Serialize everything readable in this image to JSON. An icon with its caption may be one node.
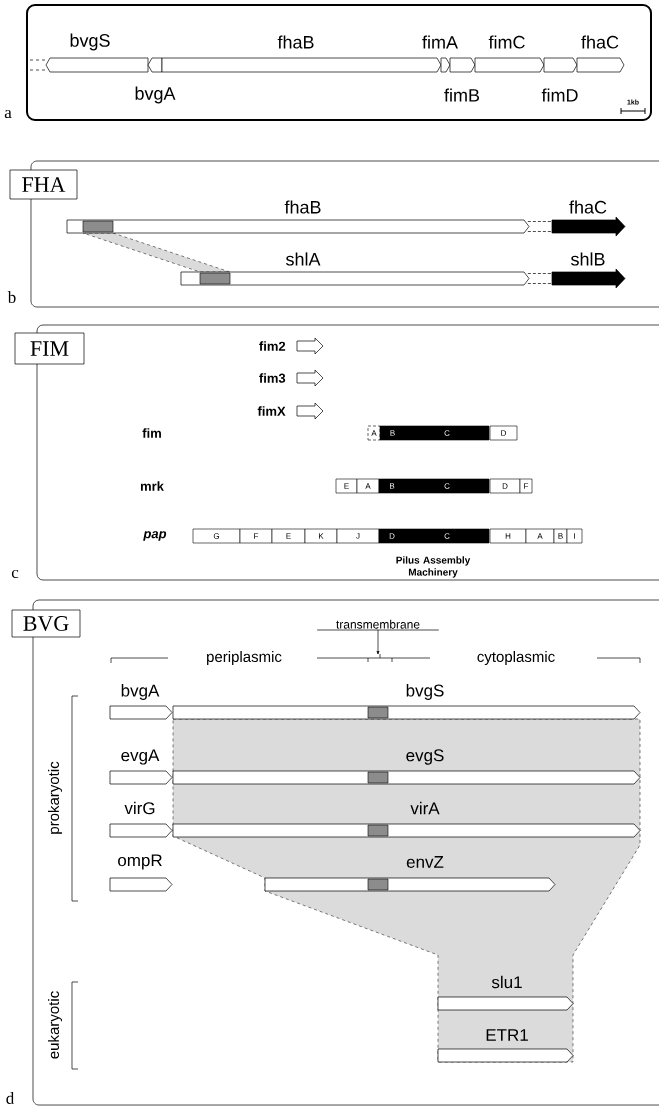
{
  "diagram": {
    "nodes": [
      {
        "text": [],
        "shape": "box"
      },
      {
        "text": [
          "bvgS"
        ],
        "in": 0
      },
      {
        "text": [
          "bvgA"
        ],
        "in": 0
      },
      {
        "text": [
          "fhaB"
        ],
        "in": 0
      },
      {
        "text": [
          "fimA"
        ],
        "in": 0
      },
      {
        "text": [
          "fimB"
        ],
        "in": 0
      },
      {
        "text": [
          "fimC"
        ],
        "in": 0
      },
      {
        "text": [
          "fimD"
        ],
        "in": 0
      },
      {
        "text": [
          "fhaC"
        ],
        "in": 0
      },
      {
        "text": [
          "FHA"
        ]
      },
      {
        "text": [
          "fhaB"
        ],
        "in": 9
      },
      {
        "text": [
          "fhaC"
        ],
        "in": 9
      },
      {
        "text": [
          "shlA"
        ],
        "in": 9
      },
      {
        "text": [
          "shlB"
        ],
        "in": 9
      },
      {
        "text": [
          "FIM"
        ]
      },
      {
        "text": [
          "fim2"
        ],
        "in": 14
      },
      {
        "text": [
          "fim3"
        ],
        "in": 14
      },
      {
        "text": [
          "fimX"
        ],
        "in": 14
      },
      {
        "text": [
          "A"
        ],
        "in": 14
      },
      {
        "text": [
          "B"
        ],
        "in": 14
      },
      {
        "text": [
          "C"
        ],
        "in": 14
      },
      {
        "text": [
          "D"
        ],
        "in": 14
      },
      {
        "text": [
          "E"
        ],
        "in": 14
      },
      {
        "text": [
          "A"
        ],
        "in": 14
      },
      {
        "text": [
          "B"
        ],
        "in": 14
      },
      {
        "text": [
          "C"
        ],
        "in": 14
      },
      {
        "text": [
          "D"
        ],
        "in": 14
      },
      {
        "text": [
          "F"
        ],
        "in": 14
      },
      {
        "text": [
          "G"
        ],
        "in": 14
      },
      {
        "text": [
          "F"
        ],
        "in": 14
      },
      {
        "text": [
          "E"
        ],
        "in": 14
      },
      {
        "text": [
          "K"
        ],
        "in": 14
      },
      {
        "text": [
          "J"
        ],
        "in": 14
      },
      {
        "text": [
          "D"
        ],
        "in": 14
      },
      {
        "text": [
          "C"
        ],
        "in": 14
      },
      {
        "text": [
          "H"
        ],
        "in": 14
      },
      {
        "text": [
          "A"
        ],
        "in": 14
      },
      {
        "text": [
          "B"
        ],
        "in": 14
      },
      {
        "text": [
          "I"
        ],
        "in": 14
      },
      {
        "text": [
          "BVG"
        ]
      },
      {
        "text": [
          "transmembrane"
        ],
        "in": 39
      },
      {
        "text": [
          "bvgA"
        ],
        "in": 39
      },
      {
        "text": [
          "bvgS"
        ],
        "in": 39
      },
      {
        "text": [
          "evgA"
        ],
        "in": 39
      },
      {
        "text": [
          "evgS"
        ],
        "in": 39
      },
      {
        "text": [
          "virG"
        ],
        "in": 39
      },
      {
        "text": [
          "virA"
        ],
        "in": 39
      },
      {
        "text": [
          "ompR"
        ],
        "in": 39
      },
      {
        "text": [
          "envZ"
        ],
        "in": 39
      },
      {
        "text": [
          "slu1"
        ],
        "in": 39
      },
      {
        "text": [
          "ETR1"
        ],
        "in": 39
      }
    ],
    "edges": [
      {
        "from": 10,
        "to": 11,
        "arrow": "none",
        "style": "dashed"
      },
      {
        "from": 10,
        "to": 11,
        "arrow": "none",
        "style": "dashed"
      },
      {
        "from": 12,
        "to": 13,
        "arrow": "none",
        "style": "dashed"
      },
      {
        "from": 12,
        "to": 13,
        "arrow": "none",
        "style": "dashed"
      },
      {
        "from": 40,
        "to": null,
        "arrow": "to"
      }
    ],
    "labels": [
      "a",
      "1kb",
      "b",
      "fim",
      "mrk",
      "pap",
      "Pilus Assembly Machinery",
      "c",
      "periplasmic",
      "cytoplasmic",
      "prokaryotic",
      "eukaryotic",
      "d"
    ]
  }
}
